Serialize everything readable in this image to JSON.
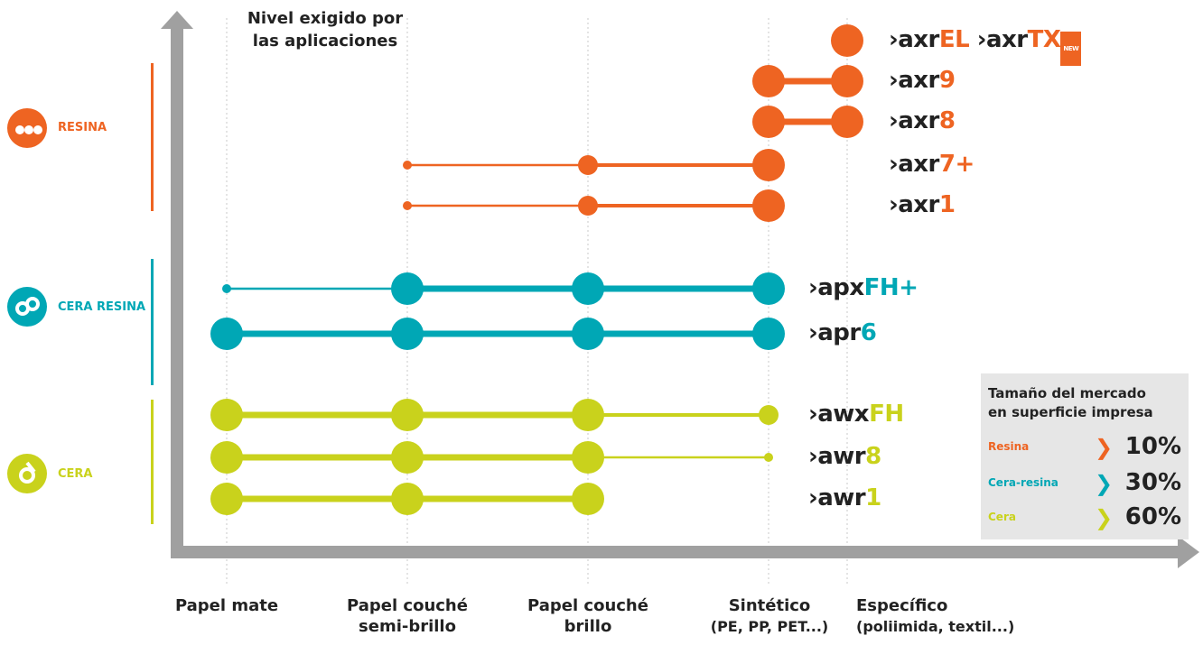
{
  "header": {
    "line1": "Nivel exigido por",
    "line2": "las aplicaciones"
  },
  "colors": {
    "resina": "#ee6422",
    "cera_resina": "#00a7b5",
    "cera": "#c9d21c",
    "axis": "#a0a0a0",
    "dark": "#222222"
  },
  "categories": [
    {
      "label": "RESINA",
      "color": "#ee6422",
      "icon": "resin-icon"
    },
    {
      "label": "CERA RESINA",
      "color": "#00a7b5",
      "icon": "wax-resin-icon"
    },
    {
      "label": "CERA",
      "color": "#c9d21c",
      "icon": "wax-icon"
    }
  ],
  "x_labels": [
    {
      "line1": "Papel mate",
      "line2": ""
    },
    {
      "line1": "Papel couché",
      "line2": "semi-brillo"
    },
    {
      "line1": "Papel couché",
      "line2": "brillo"
    },
    {
      "line1": "Sintético",
      "line2": "(PE, PP, PET...)"
    },
    {
      "line1": "Específico",
      "line2": "(poliimida, textil...)"
    }
  ],
  "products": [
    {
      "base": "›axr",
      "suffix": "EL",
      "color": "#ee6422",
      "extra_base": "›axr",
      "extra_suffix": "TX",
      "badge": "NEW",
      "points": [
        [
          4,
          "l"
        ]
      ]
    },
    {
      "base": "›axr",
      "suffix": "9",
      "color": "#ee6422",
      "points": [
        [
          3,
          "l"
        ],
        [
          4,
          "l"
        ]
      ]
    },
    {
      "base": "›axr",
      "suffix": "8",
      "color": "#ee6422",
      "points": [
        [
          3,
          "l"
        ],
        [
          4,
          "l"
        ]
      ]
    },
    {
      "base": "›axr",
      "suffix": "7+",
      "color": "#ee6422",
      "points": [
        [
          1,
          "s"
        ],
        [
          2,
          "m"
        ],
        [
          3,
          "l"
        ]
      ]
    },
    {
      "base": "›axr",
      "suffix": "1",
      "color": "#ee6422",
      "points": [
        [
          1,
          "s"
        ],
        [
          2,
          "m"
        ],
        [
          3,
          "l"
        ]
      ]
    },
    {
      "base": "›apx",
      "suffix": "FH+",
      "color": "#00a7b5",
      "points": [
        [
          0,
          "s"
        ],
        [
          1,
          "l"
        ],
        [
          2,
          "l"
        ],
        [
          3,
          "l"
        ]
      ]
    },
    {
      "base": "›apr",
      "suffix": "6",
      "color": "#00a7b5",
      "points": [
        [
          0,
          "l"
        ],
        [
          1,
          "l"
        ],
        [
          2,
          "l"
        ],
        [
          3,
          "l"
        ]
      ]
    },
    {
      "base": "›awx",
      "suffix": "FH",
      "color": "#c9d21c",
      "points": [
        [
          0,
          "l"
        ],
        [
          1,
          "l"
        ],
        [
          2,
          "l"
        ],
        [
          3,
          "m"
        ]
      ]
    },
    {
      "base": "›awr",
      "suffix": "8",
      "color": "#c9d21c",
      "points": [
        [
          0,
          "l"
        ],
        [
          1,
          "l"
        ],
        [
          2,
          "l"
        ],
        [
          3,
          "s"
        ]
      ]
    },
    {
      "base": "›awr",
      "suffix": "1",
      "color": "#c9d21c",
      "points": [
        [
          0,
          "l"
        ],
        [
          1,
          "l"
        ],
        [
          2,
          "l"
        ]
      ]
    }
  ],
  "market": {
    "title1": "Tamaño del mercado",
    "title2": "en superficie impresa",
    "rows": [
      {
        "label": "Resina",
        "value": "10%",
        "color": "#ee6422"
      },
      {
        "label": "Cera-resina",
        "value": "30%",
        "color": "#00a7b5"
      },
      {
        "label": "Cera",
        "value": "60%",
        "color": "#c9d21c"
      }
    ]
  }
}
